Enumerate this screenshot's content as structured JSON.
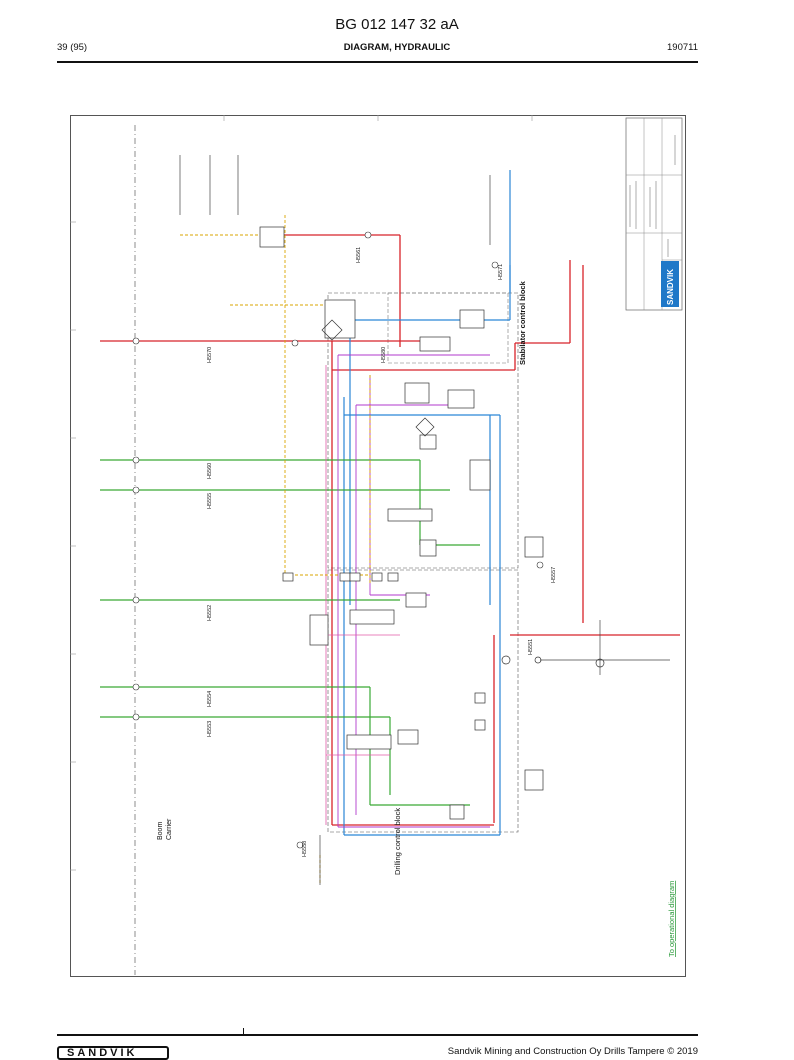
{
  "document": {
    "code": "BG 012 147 32 aA",
    "page": "39 (95)",
    "section": "DIAGRAM, HYDRAULIC",
    "date": "190711"
  },
  "diagram": {
    "labels": {
      "stabilator_block": "Stabilator control block",
      "drilling_block": "Drilling control block",
      "boom": "Boom",
      "carrier": "Carrier",
      "brand": "SANDVIK",
      "link_operational": "To operational diagram",
      "hose_1": "H5570",
      "hose_2": "H5560",
      "hose_3": "H5555",
      "hose_4": "H5552",
      "hose_5": "H5554",
      "hose_6": "H5553",
      "hose_7": "H5551",
      "hose_8": "H5557",
      "hose_9": "H5571",
      "hose_10": "H5561",
      "hose_11": "H5580",
      "hose_12": "H5558"
    },
    "colors": {
      "pressure": "#d8232a",
      "return": "#2b86d6",
      "signal": "#3aa935",
      "control": "#b03acc",
      "drain": "#d9a400",
      "accent_link": "#2a9a3a",
      "brand": "#1f78c8"
    }
  },
  "footer": {
    "brand": "SANDVIK",
    "copyright": "Sandvik Mining and Construction Oy Drills Tampere © 2019"
  }
}
